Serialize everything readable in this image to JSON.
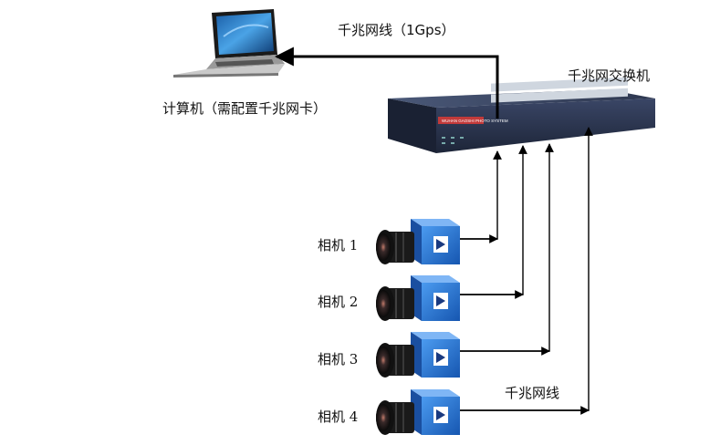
{
  "top_link_label": "千兆网线（1Gps）",
  "switch_label": "千兆网交换机",
  "computer_label": "计算机（需配置千兆网卡）",
  "bottom_link_label": "千兆网线",
  "switch_brand": "WUHAN GAOSHI PHOTO SYSTEM",
  "cameras": [
    {
      "label": "相机 1"
    },
    {
      "label": "相机 2"
    },
    {
      "label": "相机 3"
    },
    {
      "label": "相机 4"
    }
  ],
  "colors": {
    "line": "#000000",
    "switch_body": "#2a3550",
    "switch_top": "#3b4868",
    "camera_blue": "#1e6fd0",
    "lens": "#1a1a1a"
  }
}
